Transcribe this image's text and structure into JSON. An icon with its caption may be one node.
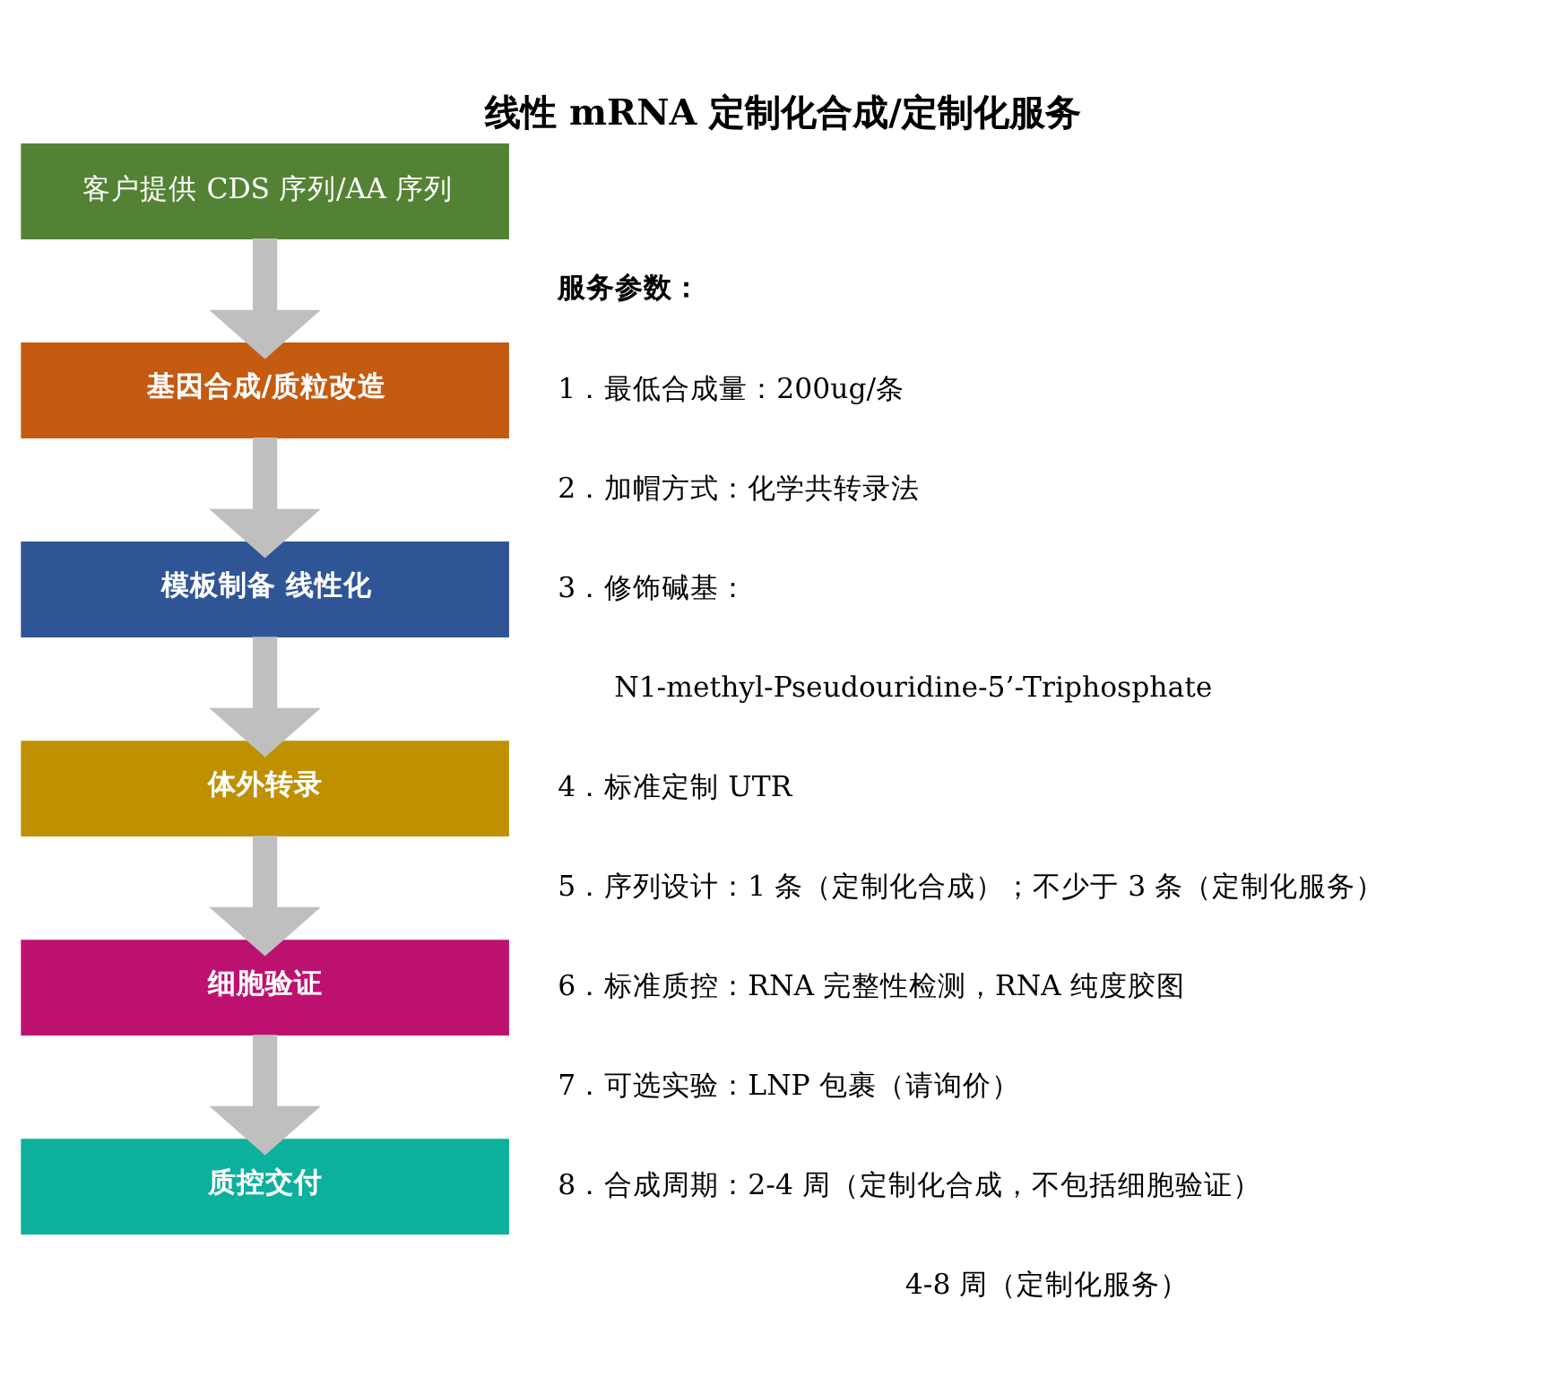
{
  "diagram": {
    "title": "线性 mRNA 定制化合成/定制化服务",
    "nodes": [
      {
        "text": [
          "客户提供 CDS 序列/AA 序列"
        ]
      },
      {
        "text": [
          "基因合成/质粒改造"
        ]
      },
      {
        "text": [
          "模板制备 线性化"
        ]
      },
      {
        "text": [
          "体外转录"
        ]
      },
      {
        "text": [
          "细胞验证"
        ]
      },
      {
        "text": [
          "质控交付"
        ]
      }
    ],
    "edges": [
      {
        "from": 0,
        "to": 1,
        "arrow": "to"
      },
      {
        "from": 1,
        "to": 2,
        "arrow": "to"
      },
      {
        "from": 2,
        "to": 3,
        "arrow": "to"
      },
      {
        "from": 3,
        "to": 4,
        "arrow": "to"
      },
      {
        "from": 4,
        "to": 5,
        "arrow": "to"
      }
    ],
    "labels": [
      "服务参数：",
      "1．最低合成量：200ug/条",
      "2．加帽方式：化学共转录法",
      "3．修饰碱基：",
      "N1-methyl-Pseudouridine-5’-Triphosphate",
      "4．标准定制 UTR",
      "5．序列设计：1 条（定制化合成）；不少于 3 条（定制化服务）",
      "6．标准质控：RNA 完整性检测，RNA 纯度胶图",
      "7．可选实验：LNP 包裹（请询价）",
      "8．合成周期：2-4 周（定制化合成，不包括细胞验证）",
      "4-8 周（定制化服务）"
    ]
  }
}
